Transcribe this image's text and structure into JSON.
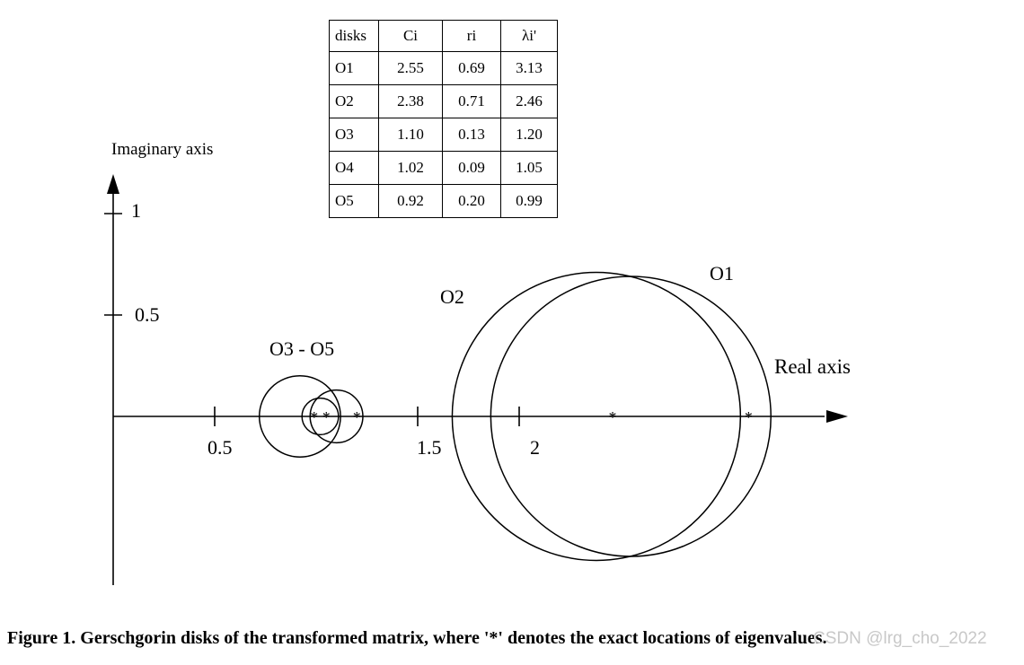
{
  "table": {
    "headers": [
      "disks",
      "Ci",
      "ri",
      "λi'"
    ],
    "rows": [
      [
        "O1",
        "2.55",
        "0.69",
        "3.13"
      ],
      [
        "O2",
        "2.38",
        "0.71",
        "2.46"
      ],
      [
        "O3",
        "1.10",
        "0.13",
        "1.20"
      ],
      [
        "O4",
        "1.02",
        "0.09",
        "1.05"
      ],
      [
        "O5",
        "0.92",
        "0.20",
        "0.99"
      ]
    ]
  },
  "chart_data": {
    "type": "scatter",
    "xlabel": "Real axis",
    "ylabel": "Imaginary axis",
    "x_ticks": [
      "0.5",
      "1.5",
      "2"
    ],
    "y_ticks": [
      "0.5",
      "1"
    ],
    "labels": {
      "disk_o1": "O1",
      "disk_o2": "O2",
      "disk_group": "O3 - O5"
    },
    "disks": [
      {
        "name": "O1",
        "center": 2.55,
        "radius": 0.69
      },
      {
        "name": "O2",
        "center": 2.38,
        "radius": 0.71
      },
      {
        "name": "O3",
        "center": 1.1,
        "radius": 0.13
      },
      {
        "name": "O4",
        "center": 1.02,
        "radius": 0.09
      },
      {
        "name": "O5",
        "center": 0.92,
        "radius": 0.2
      }
    ],
    "eigenvalues": [
      3.13,
      2.46,
      1.2,
      1.05,
      0.99
    ]
  },
  "caption": "Figure 1. Gerschgorin disks of the transformed matrix, where '*' denotes the exact locations of eigenvalues.",
  "watermark": "CSDN @lrg_cho_2022"
}
